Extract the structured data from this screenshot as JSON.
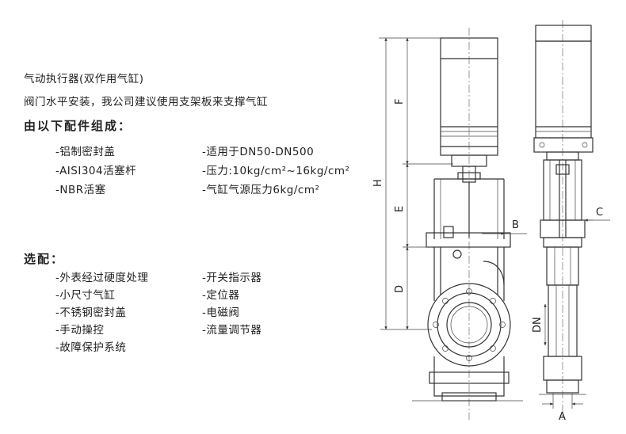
{
  "intro": {
    "line1": "气动执行器(双作用气缸)",
    "line2": "阀门水平安装，我公司建议使用支架板来支撑气缸"
  },
  "components": {
    "heading": "由以下配件组成：",
    "left": [
      "-铝制密封盖",
      "-AISI304活塞杆",
      "-NBR活塞"
    ],
    "right": [
      "-适用于DN50-DN500",
      "-压力:10kg/cm²~16kg/cm²",
      "-气缸气源压力6kg/cm²"
    ]
  },
  "options": {
    "heading": "选配：",
    "left": [
      "-外表经过硬度处理",
      "-小尺寸气缸",
      "-不锈钢密封盖",
      "-手动操控",
      "-故障保护系统"
    ],
    "right": [
      "-开关指示器",
      "-定位器",
      "-电磁阀",
      "-流量调节器"
    ]
  },
  "dimensions": {
    "H": "H",
    "F": "F",
    "E": "E",
    "D": "D",
    "B": "B",
    "C": "C",
    "DN": "DN",
    "A": "A"
  }
}
